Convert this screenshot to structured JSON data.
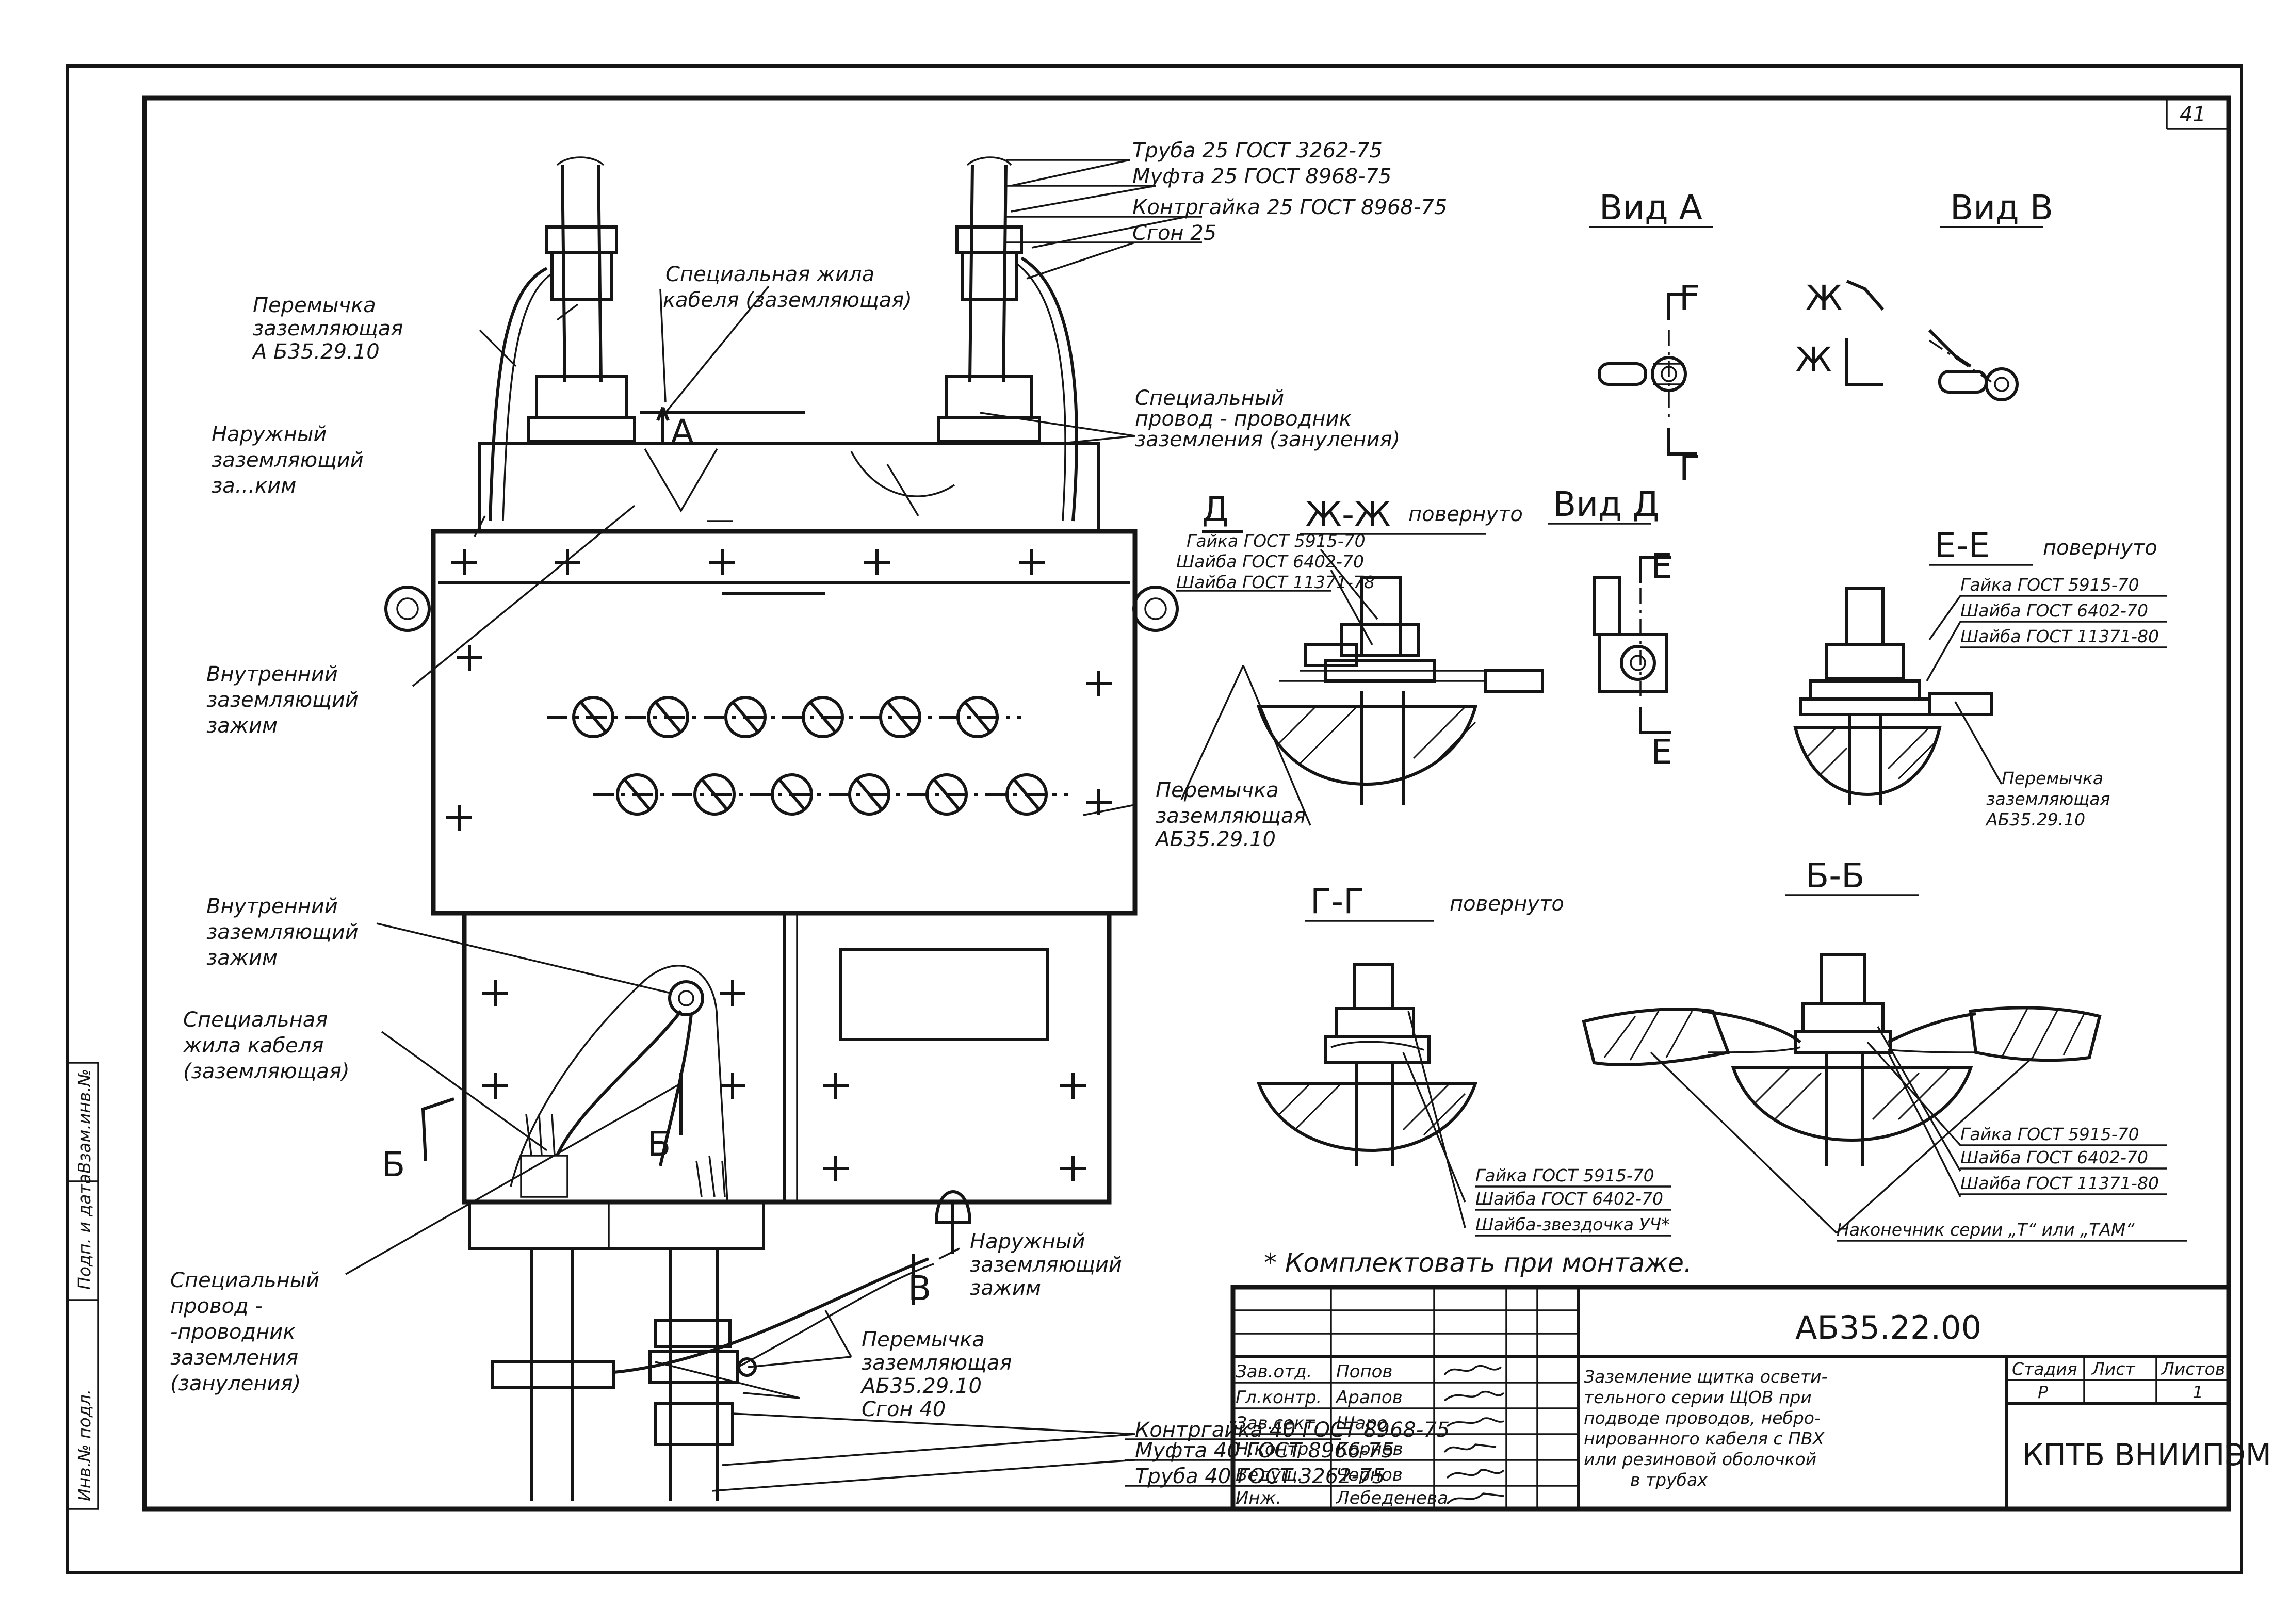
{
  "page_number": "41",
  "footnote": "* Комплектовать при монтаже.",
  "top_callouts": [
    "Труба 25 ГОСТ 3262-75",
    "Муфта 25 ГОСТ 8968-75",
    "Контргайка 25 ГОСТ 8968-75",
    "Сгон 25"
  ],
  "bottom_callouts": [
    "Контргайка 40 ГОСТ 8968-75",
    "Муфта 40 ГОСТ 8966-75",
    "Труба 40 ГОСТ 3262-75"
  ],
  "labels": {
    "jumper_top": [
      "Перемычка",
      "заземляющая",
      "А Б35.29.10"
    ],
    "outer_clamp_top": [
      "Наружный",
      "заземляющий",
      "за...ким"
    ],
    "special_core_top": [
      "Специальная жила",
      "кабеля (заземляющая)"
    ],
    "special_wire_top": [
      "Специальный",
      "провод - проводник",
      "заземления (зануления)"
    ],
    "inner_clamp_top": [
      "Внутренний",
      "заземляющий",
      "зажим"
    ],
    "jumper_mid": [
      "Перемычка",
      "заземляющая",
      "АБ35.29.10"
    ],
    "inner_clamp_low": [
      "Внутренний",
      "заземляющий",
      "зажим"
    ],
    "special_core_low": [
      "Специальная",
      "жила кабеля",
      "(заземляющая)"
    ],
    "special_wire_low": [
      "Специальный",
      "провод -",
      "-проводник",
      "заземления",
      "(зануления)"
    ],
    "outer_clamp_low": [
      "Наружный",
      "заземляющий",
      "зажим"
    ],
    "jumper_low": [
      "Перемычка",
      "заземляющая",
      "АБ35.29.10"
    ],
    "sgon_40": "Сгон 40",
    "hw_zhzh": [
      "Гайка ГОСТ 5915-70",
      "Шайба ГОСТ 6402-70",
      "Шайба ГОСТ 11371-78"
    ],
    "hw_ee": [
      "Гайка ГОСТ 5915-70",
      "Шайба ГОСТ 6402-70",
      "Шайба ГОСТ 11371-80"
    ],
    "jumper_ee": [
      "Перемычка",
      "заземляющая",
      "АБ35.29.10"
    ],
    "hw_gg": [
      "Гайка ГОСТ 5915-70",
      "Шайба ГОСТ 6402-70",
      "Шайба-звездочка УЧ*"
    ],
    "hw_bb": [
      "Гайка ГОСТ 5915-70",
      "Шайба ГОСТ 6402-70",
      "Шайба ГОСТ 11371-80"
    ],
    "lug_bb": "Наконечник серии „Т“ или „ТАМ“"
  },
  "views": {
    "vid_a": "Вид А",
    "vid_v": "Вид В",
    "vid_d": "Вид Д",
    "zh_zh": "Ж-Ж",
    "e_e": "Е-Е",
    "g_g": "Г-Г",
    "b_b": "Б-Б",
    "rotated": "повернуто"
  },
  "markers": {
    "a": "А",
    "b": "Б",
    "v": "В",
    "d": "Д",
    "g": "Г",
    "e": "Е",
    "zh": "Ж"
  },
  "title_block": {
    "doc_code": "АБ35.22.00",
    "description": [
      "Заземление щитка освети-",
      "тельного серии ЩОВ при",
      "подводе проводов, небро-",
      "нированного кабеля с ПВХ",
      "или резиновой оболочкой",
      "в трубах"
    ],
    "roles": [
      "Зав.отд.",
      "Гл.контр.",
      "Зав.сект.",
      "Н.контр.",
      "Ведущ.",
      "Инж."
    ],
    "names": [
      "Попов",
      "Арапов",
      "Шаро",
      "Корнев",
      "Чернов",
      "Лебеденева"
    ],
    "stage_header": "Стадия",
    "sheet_header": "Лист",
    "sheets_header": "Листов",
    "stage": "Р",
    "sheets": "1",
    "organization": "КПТБ ВНИИПЭМ"
  },
  "side_stamps": [
    "Инв.№ подл.",
    "Подп. и дата",
    "Взам.инв.№"
  ]
}
